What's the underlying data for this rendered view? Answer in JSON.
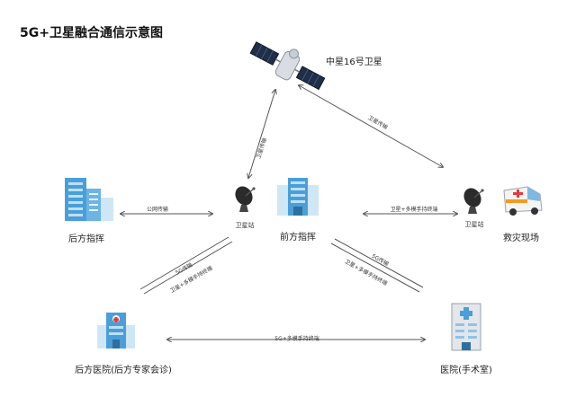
{
  "title": "5G+卫星融合通信示意图",
  "nodes": {
    "satellite": "中星16号卫星",
    "rear_command": "后方指挥",
    "ground_station_left": "卫星站",
    "front_command": "前方指挥",
    "ground_station_right": "卫星站",
    "rescue_site": "救灾现场",
    "rear_hospital": "后方医院(后方专家会诊)",
    "hospital_or": "医院(手术室)"
  },
  "links": {
    "sat_left": "卫星传输",
    "sat_right": "卫星传输",
    "public_net": "公网传输",
    "front_rescue": "卫星+多模手持终端",
    "left_diag_5g": "5G传输",
    "left_diag_sat": "卫星+多模手持终端",
    "right_diag_5g": "5G传输",
    "right_diag_sat": "卫星+多模手持终端",
    "bottom": "5G+多模手持终端"
  },
  "colors": {
    "building_blue": "#4a9fd8",
    "building_light": "#cfe6f5",
    "line": "#555555",
    "dish_dark": "#2b2b2b",
    "ambulance_orange": "#f39a1e"
  }
}
